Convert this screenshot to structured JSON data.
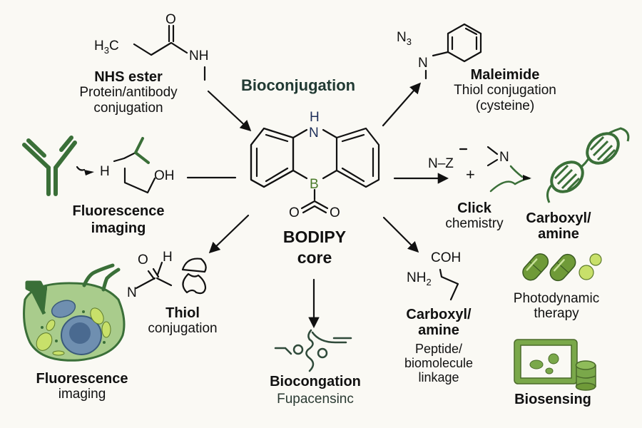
{
  "diagram": {
    "title": "Bioconjugation",
    "center": {
      "atom_top": "H",
      "atom_n": "N",
      "atom_b": "B",
      "atom_o1": "O",
      "atom_o2": "O",
      "label_line1": "BODIPY",
      "label_line2": "core"
    },
    "nodes": {
      "nhs_ester": {
        "formula": {
          "h3c": "H",
          "h3c_sub": "3",
          "c": "C",
          "o": "O",
          "nh": "NH"
        },
        "title": "NHS ester",
        "subtitle_line1": "Protein/antibody",
        "subtitle_line2": "conjugation"
      },
      "maleimide": {
        "formula": {
          "n3": "N",
          "n3_sub": "3",
          "n": "N"
        },
        "title": "Maleimide",
        "subtitle_line1": "Thiol conjugation",
        "subtitle_line2": "(cysteine)"
      },
      "fluorescence_imaging_top": {
        "formula": {
          "h": "H",
          "oh": "OH"
        },
        "title_line1": "Fluorescence",
        "title_line2": "imaging"
      },
      "click_chemistry": {
        "formula": {
          "nz": "N–Z",
          "bar": "−",
          "plus": "+",
          "n": "N"
        },
        "title": "Click",
        "subtitle": "chemistry"
      },
      "carboxyl_amine_right": {
        "title_line1": "Carboxyl/",
        "title_line2": "amine"
      },
      "photodynamic_therapy": {
        "label_line1": "Photodynamic",
        "label_line2": "therapy"
      },
      "thiol": {
        "formula": {
          "o": "O",
          "h": "H",
          "n": "N"
        },
        "title": "Thiol",
        "subtitle": "conjugation"
      },
      "fluorescence_imaging_bottom": {
        "title": "Fluorescence",
        "subtitle": "imaging"
      },
      "biocongation": {
        "title": "Biocongation",
        "subtitle": "Fupacensinc"
      },
      "carboxyl_amine_bottom": {
        "formula": {
          "coh": "COH",
          "nh2": "NH",
          "nh2_sub": "2"
        },
        "title_line1": "Carboxyl/",
        "title_line2": "amine",
        "subtitle_line1": "Peptide/",
        "subtitle_line2": "biomolecule",
        "subtitle_line3": "linkage"
      },
      "biosensing": {
        "title": "Biosensing"
      }
    },
    "colors": {
      "background": "#faf9f4",
      "ink": "#111111",
      "title": "#213a33",
      "nitrogen": "#1e2f5a",
      "boron": "#4a7a2a",
      "dark_green": "#3a6f38",
      "light_green": "#7aa84a",
      "lime": "#c8e06a",
      "cell_fill": "#a9cc8c",
      "nucleus": "#6f8fb0"
    }
  }
}
